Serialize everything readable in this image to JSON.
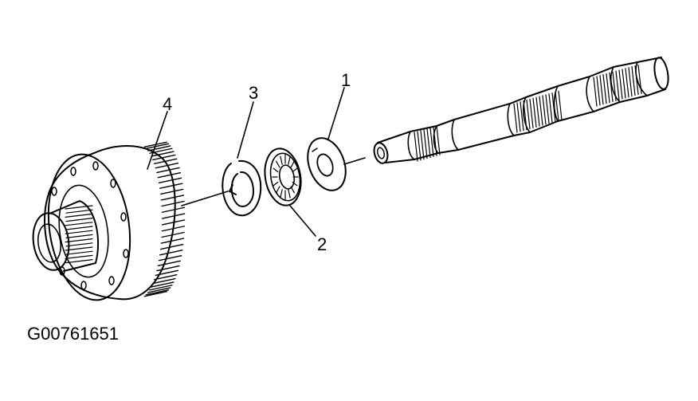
{
  "callouts": {
    "c1": "1",
    "c2": "2",
    "c3": "3",
    "c4": "4"
  },
  "figure_code": "G00761651",
  "colors": {
    "line": "#000000",
    "background": "#ffffff"
  }
}
